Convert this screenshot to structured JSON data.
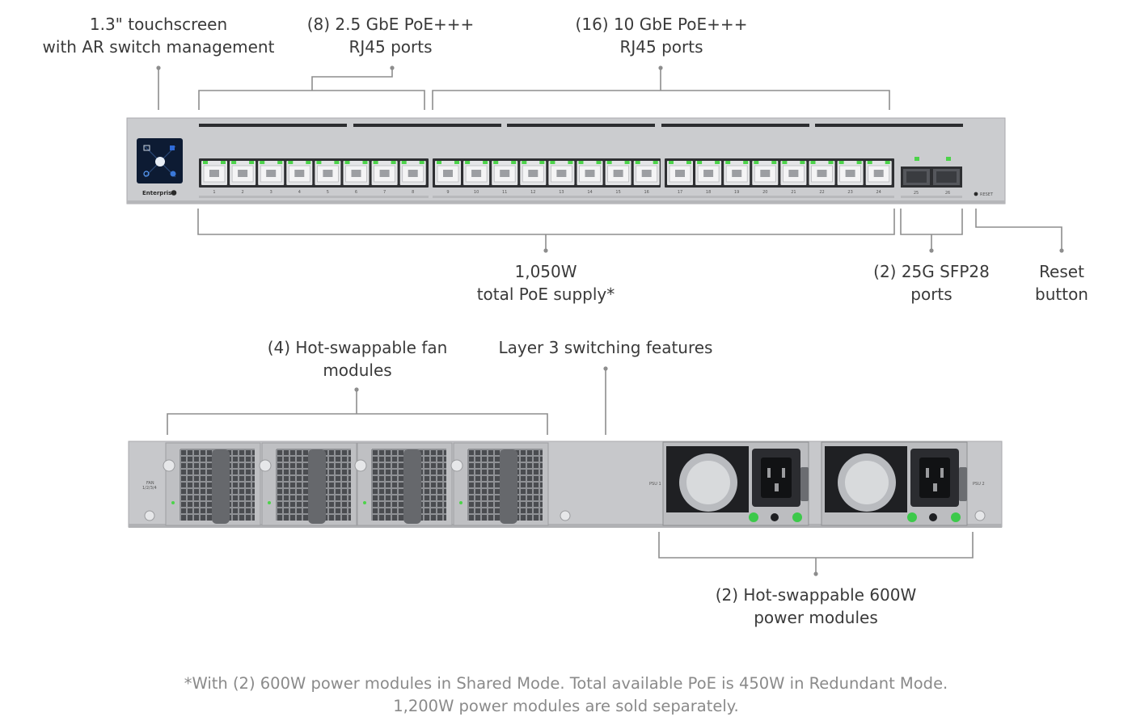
{
  "front_callouts": {
    "touchscreen": [
      "1.3\" touchscreen",
      "with AR switch management"
    ],
    "ports_2g5": [
      "(8) 2.5 GbE PoE+++",
      "RJ45 ports"
    ],
    "ports_10g": [
      "(16) 10 GbE PoE+++",
      "RJ45 ports"
    ],
    "poe_total": [
      "1,050W",
      "total PoE supply*"
    ],
    "sfp28": [
      "(2) 25G SFP28",
      "ports"
    ],
    "reset": [
      "Reset",
      "button"
    ]
  },
  "rear_callouts": {
    "fans": [
      "(4) Hot-swappable fan",
      "modules"
    ],
    "layer3": [
      "Layer 3 switching features"
    ],
    "psu": [
      "(2) Hot-swappable 600W",
      "power modules"
    ]
  },
  "footnote": [
    "*With (2) 600W power modules in Shared Mode. Total available PoE is 450W in Redundant Mode.",
    "1,200W power modules are sold separately."
  ],
  "device": {
    "brand_label": "Enterprise",
    "rj45_ports": [
      "1",
      "2",
      "3",
      "4",
      "5",
      "6",
      "7",
      "8",
      "9",
      "10",
      "11",
      "12",
      "13",
      "14",
      "15",
      "16",
      "17",
      "18",
      "19",
      "20",
      "21",
      "22",
      "23",
      "24"
    ],
    "sfp_ports": [
      "25",
      "26"
    ],
    "reset_label": "RESET",
    "fan_label": [
      "FAN",
      "1/2/3/4"
    ],
    "psu_labels": [
      "PSU 1",
      "PSU 2"
    ]
  },
  "colors": {
    "chassis": "#c9cacc",
    "chassis_edge": "#a9aaad",
    "callout_line": "#8d8d8d",
    "port_led_green": "#4cd34a",
    "psu_led_green": "#3cc94a",
    "text": "#3a3a3a",
    "footnote_text": "#8a8a8a"
  }
}
